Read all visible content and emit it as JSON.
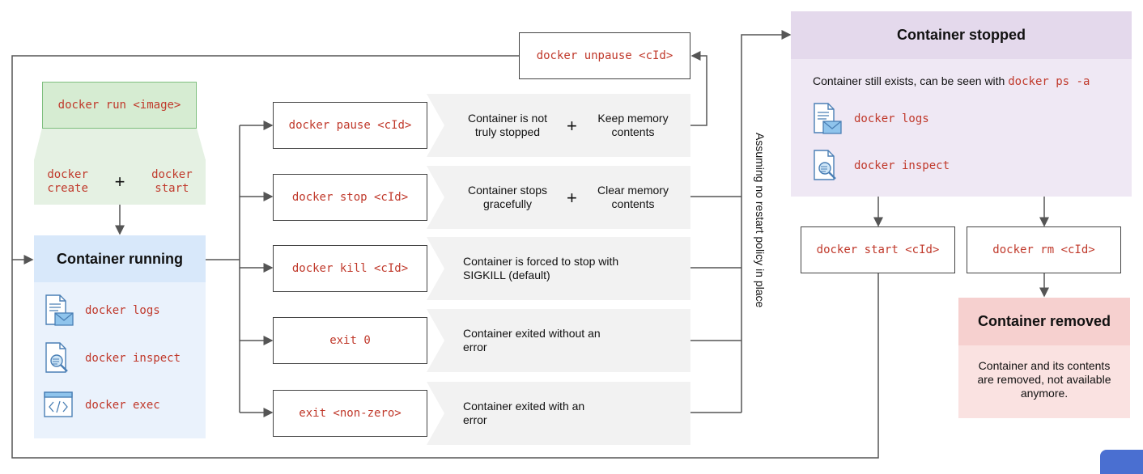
{
  "run_box": {
    "command": "docker run <image>"
  },
  "create_start": {
    "create": "docker\ncreate",
    "start": "docker\nstart",
    "plus": "+"
  },
  "running": {
    "title": "Container running",
    "items": [
      {
        "icon": "log-file-icon",
        "label": "docker logs"
      },
      {
        "icon": "inspect-file-icon",
        "label": "docker inspect"
      },
      {
        "icon": "code-window-icon",
        "label": "docker exec"
      }
    ]
  },
  "unpause": {
    "command": "docker unpause <cId>"
  },
  "actions": [
    {
      "command": "docker pause <cId>",
      "desc_left": "Container is not truly stopped",
      "plus": "+",
      "desc_right": "Keep memory contents"
    },
    {
      "command": "docker stop <cId>",
      "desc_left": "Container stops gracefully",
      "plus": "+",
      "desc_right": "Clear memory contents"
    },
    {
      "command": "docker kill <cId>",
      "desc": "Container is forced to stop with SIGKILL (default)"
    },
    {
      "command": "exit 0",
      "desc": "Container exited without an error"
    },
    {
      "command": "exit <non-zero>",
      "desc": "Container exited with an error"
    }
  ],
  "vertical_note": "Assuming no restart policy in place",
  "stopped": {
    "title": "Container stopped",
    "subtitle": "Container still exists, can be seen with",
    "subtitle_cmd": "docker ps -a",
    "items": [
      {
        "icon": "log-file-icon",
        "label": "docker logs"
      },
      {
        "icon": "inspect-file-icon",
        "label": "docker inspect"
      }
    ]
  },
  "start_cmd": "docker start <cId>",
  "rm_cmd": "docker rm <cId>",
  "removed": {
    "title": "Container removed",
    "desc": "Container and its contents are removed, not available anymore."
  },
  "colors": {
    "run_green": "#d6ecd2",
    "run_border": "#7fbf7f",
    "create_bg": "#e5f1e3",
    "running_head": "#d8e8fa",
    "running_body": "#eaf2fc",
    "stopped_head": "#e4d9ec",
    "stopped_body": "#efe8f4",
    "removed_head": "#f6d0cf",
    "removed_body": "#fae2e1",
    "cmd_red": "#c0392b",
    "line": "#555555"
  }
}
